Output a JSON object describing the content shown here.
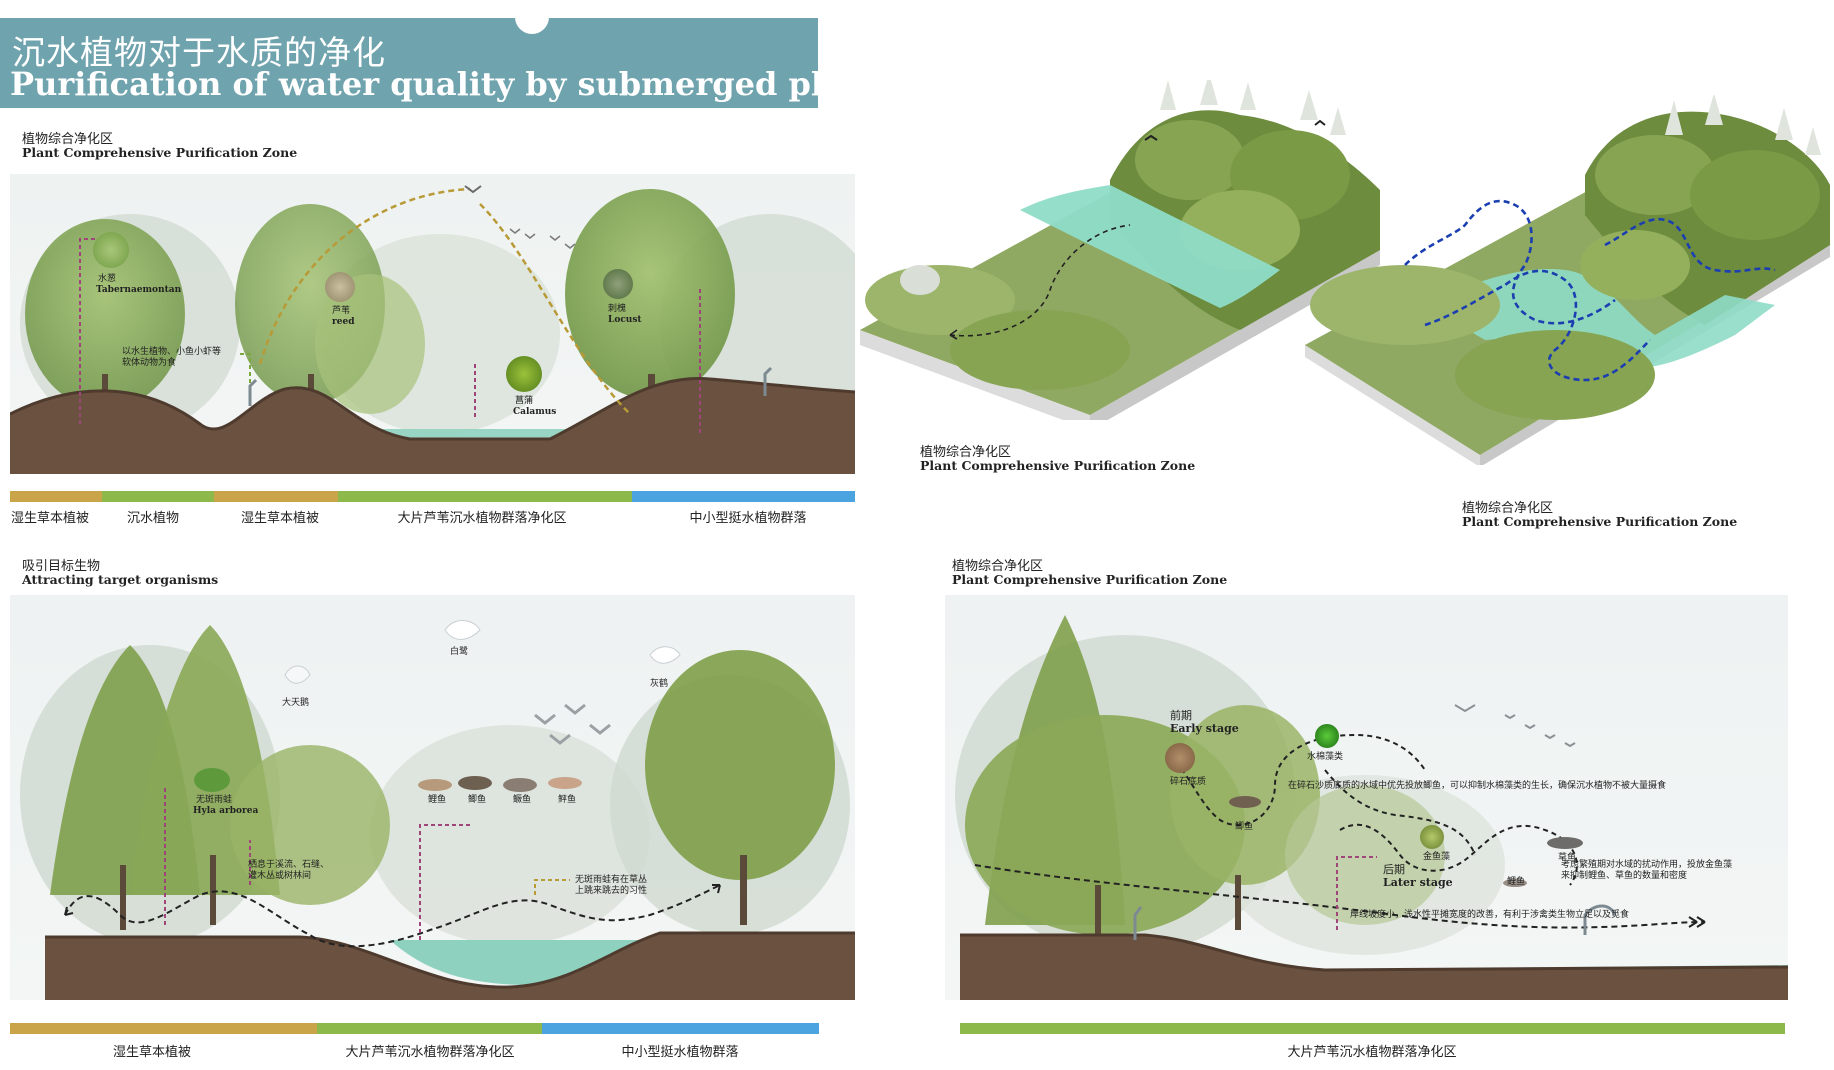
{
  "header": {
    "title_cn": "沉水植物对于水质的净化",
    "title_en": "Purification of water quality by submerged plants"
  },
  "colors": {
    "banner": "#6fa3ae",
    "wet_herb": "#c9a449",
    "submerged": "#8db84a",
    "emergent": "#4ba3df"
  },
  "panel1": {
    "label_cn": "植物综合净化区",
    "label_en": "Plant Comprehensive Purification Zone",
    "plants": [
      {
        "cn": "水葱",
        "en": "Tabernaemontan"
      },
      {
        "cn": "芦苇",
        "en": "reed"
      },
      {
        "cn": "刺槐",
        "en": "Locust"
      },
      {
        "cn": "菖蒲",
        "en": "Calamus"
      }
    ],
    "note": "以水生植物、小鱼小虾等\n软体动物为食",
    "bars": [
      {
        "label": "湿生草本植被"
      },
      {
        "label": "沉水植物"
      },
      {
        "label": "湿生草本植被"
      },
      {
        "label": "大片芦苇沉水植物群落净化区"
      },
      {
        "label": "中小型挺水植物群落"
      }
    ]
  },
  "iso1": {
    "label_cn": "植物综合净化区",
    "label_en": "Plant Comprehensive Purification Zone"
  },
  "iso2": {
    "label_cn": "植物综合净化区",
    "label_en": "Plant Comprehensive Purification Zone"
  },
  "panel3": {
    "label_cn": "吸引目标生物",
    "label_en": "Attracting target organisms",
    "egret": "白鹭",
    "swan": "大天鹅",
    "crane": "灰鹤",
    "frog_cn": "无斑雨蛙",
    "frog_en": "Hyla arborea",
    "fish": [
      "鲤鱼",
      "鲫鱼",
      "鳜鱼",
      "鲆鱼"
    ],
    "habitat_note": "栖息于溪流、石缝、\n灌木丛或树林间",
    "frog_note": "无斑雨蛙有在草丛\n上跳来跳去的习性",
    "bars": [
      {
        "label": "湿生草本植被"
      },
      {
        "label": "大片芦苇沉水植物群落净化区"
      },
      {
        "label": "中小型挺水植物群落"
      }
    ]
  },
  "panel4": {
    "label_cn": "植物综合净化区",
    "label_en": "Plant Comprehensive Purification Zone",
    "early_cn": "前期",
    "early_en": "Early stage",
    "gravel": "碎石底质",
    "cotton_algae": "水棉藻类",
    "early_note": "在碎石沙质底质的水域中优先投放鲫鱼，可以抑制水棉藻类的生长，确保沉水植物不被大量摄食",
    "crucian": "鲫鱼",
    "goldfish_algae": "金鱼藻",
    "later_cn": "后期",
    "later_en": "Later stage",
    "carp": "鲤鱼",
    "grass_carp": "草鱼",
    "later_note": "考虑繁殖期对水域的扰动作用，投放金鱼藻\n来抑制鲤鱼、草鱼的数量和密度",
    "shore_note": "岸线坡度小，浅水性平摊宽度的改善，有利于涉禽类生物立足以及觅食",
    "bar_label": "大片芦苇沉水植物群落净化区"
  }
}
